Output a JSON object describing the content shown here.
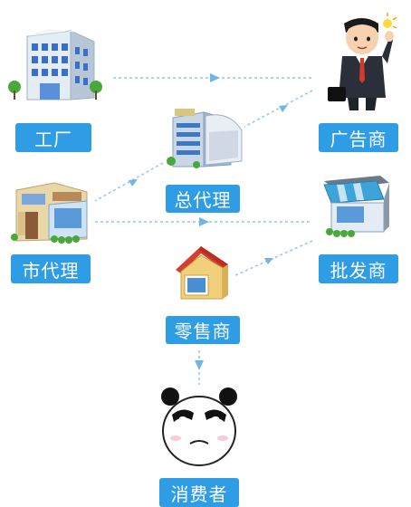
{
  "nodes": {
    "factory": {
      "label": "工厂"
    },
    "advertiser": {
      "label": "广告商"
    },
    "general_agent": {
      "label": "总代理"
    },
    "city_agent": {
      "label": "市代理"
    },
    "wholesaler": {
      "label": "批发商"
    },
    "retailer": {
      "label": "零售商"
    },
    "consumer": {
      "label": "消费者"
    }
  },
  "colors": {
    "label_bg": "#2f9ce6",
    "arrow": "#8fc7ea",
    "label_text": "#ffffff"
  }
}
